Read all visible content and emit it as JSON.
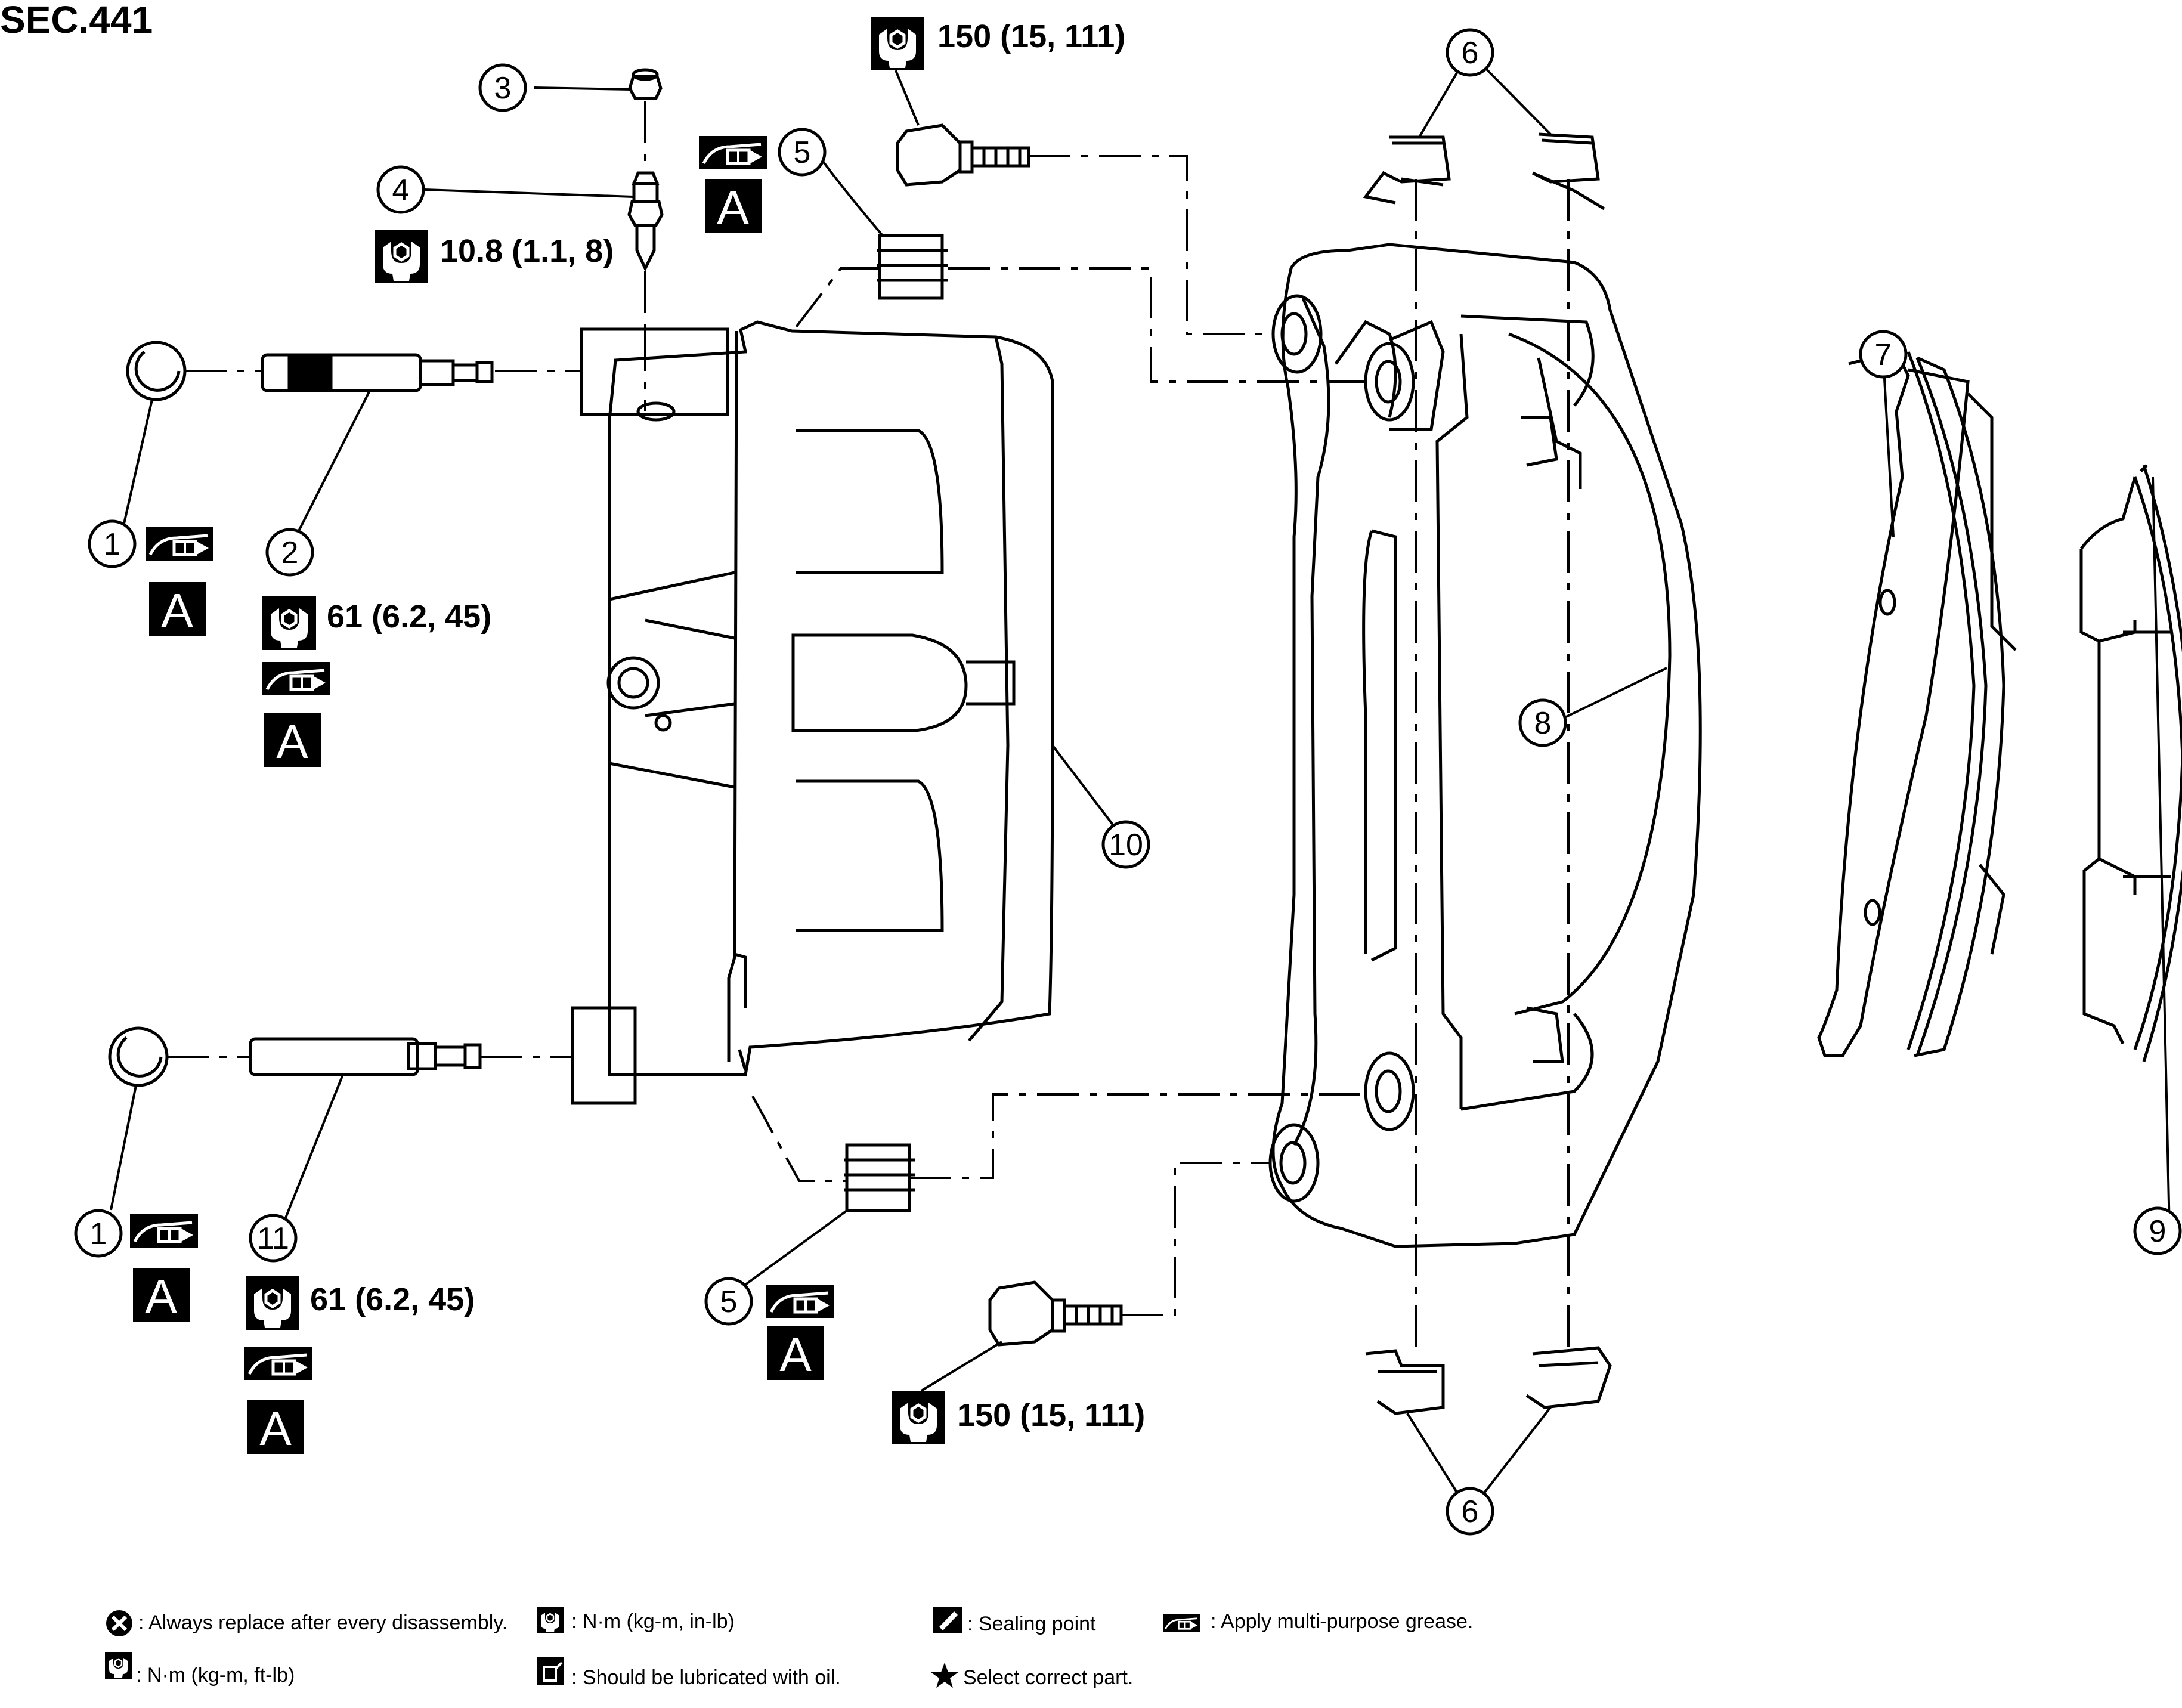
{
  "section_code": "SEC.441",
  "callouts": {
    "c1a": "1",
    "c1b": "1",
    "c2": "2",
    "c3": "3",
    "c4": "4",
    "c5a": "5",
    "c5b": "5",
    "c6a": "6",
    "c6b": "6",
    "c7": "7",
    "c8": "8",
    "c9": "9",
    "c10": "10",
    "c11": "11"
  },
  "torque": {
    "mounting_bolt_upper": "150 (15, 111)",
    "mounting_bolt_lower": "150 (15, 111)",
    "bleeder_valve": "10.8 (1.1, 8)",
    "pin_bolt_2": "61 (6.2, 45)",
    "pin_bolt_11": "61 (6.2, 45)"
  },
  "grease_badge_letter": "A",
  "icons": [
    "torque-wrench-icon",
    "grease-gun-icon",
    "replace-x-icon",
    "sealing-point-icon",
    "oil-can-icon",
    "star-icon"
  ],
  "legend": {
    "always_replace": ": Always replace after every disassembly.",
    "nm_in_lb": ": N·m (kg-m, in-lb)",
    "sealing_point": ": Sealing point",
    "apply_grease": ": Apply multi-purpose grease.",
    "nm_ft_lb": ": N·m (kg-m, ft-lb)",
    "lubricated_oil": ": Should be lubricated with oil.",
    "select_part": "Select correct part."
  }
}
